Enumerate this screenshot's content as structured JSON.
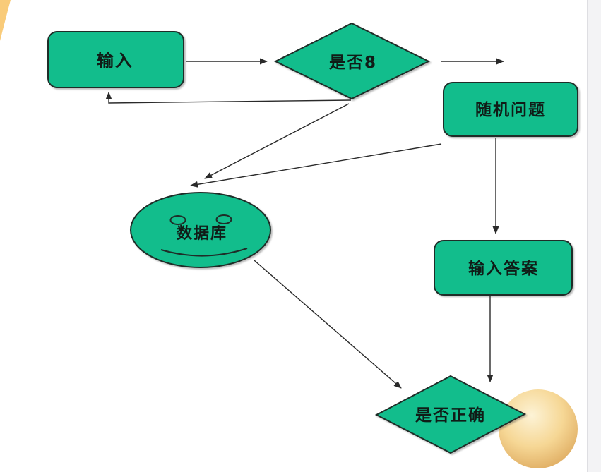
{
  "diagram": {
    "type": "flowchart-slide",
    "nodes": {
      "input": {
        "label": "输入",
        "shape": "rounded-rect"
      },
      "is8": {
        "label": "是否8",
        "shape": "diamond"
      },
      "random_question": {
        "label": "随机问题",
        "shape": "rounded-rect"
      },
      "database": {
        "label": "数据库",
        "shape": "smiley-ellipse"
      },
      "answer_input": {
        "label": "输入答案",
        "shape": "rounded-rect"
      },
      "is_correct": {
        "label": "是否正确",
        "shape": "diamond"
      }
    },
    "edges": [
      {
        "from": "input",
        "to": "is8"
      },
      {
        "from": "is8",
        "to": "random_question"
      },
      {
        "from": "is8",
        "to": "input",
        "note": "feedback loop"
      },
      {
        "from": "is8",
        "to": "database"
      },
      {
        "from": "random_question",
        "to": "database"
      },
      {
        "from": "random_question",
        "to": "answer_input"
      },
      {
        "from": "answer_input",
        "to": "is_correct"
      },
      {
        "from": "database",
        "to": "is_correct"
      }
    ],
    "colors": {
      "node_fill": "#12BD8C",
      "node_border": "#1f2d28",
      "node_text": "#101c17",
      "arrow": "#2a2a2a",
      "sphere_light": "#FDF3D6",
      "sphere_mid": "#F6D795",
      "sphere_dark": "#DFAC61",
      "corner_wedge": "#F9CB79",
      "margin_bg": "#F3F3F5",
      "margin_line": "#DEDEE2"
    }
  }
}
